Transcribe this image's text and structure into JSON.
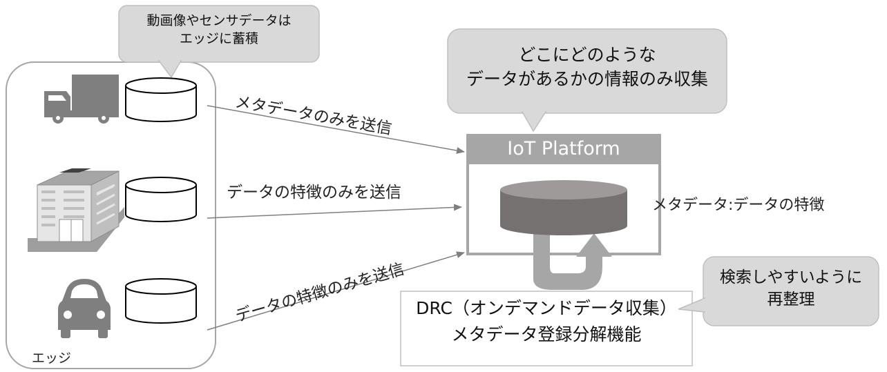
{
  "edge": {
    "bubble_line1": "動画像やセンサデータは",
    "bubble_line2": "エッジに蓄積",
    "label": "エッジ"
  },
  "arrows": {
    "truck_label": "メタデータのみを送信",
    "building_label": "データの特徴のみを送信",
    "car_label": "データの特徴のみを送信"
  },
  "platform": {
    "bubble_line1": "どこにどのような",
    "bubble_line2": "データがあるかの情報のみ収集",
    "title": "IoT Platform",
    "db_label": "メタデータ:データの特徴"
  },
  "drc": {
    "line1": "DRC（オンデマンドデータ収集）",
    "line2": "メタデータ登録分解機能",
    "bubble_line1": "検索しやすいように",
    "bubble_line2": "再整理"
  },
  "colors": {
    "bubble_fill": "#d9d9d9",
    "icon_gray": "#7f7f7f",
    "platform_header": "#a6a6a6",
    "db_dark": "#767171"
  }
}
